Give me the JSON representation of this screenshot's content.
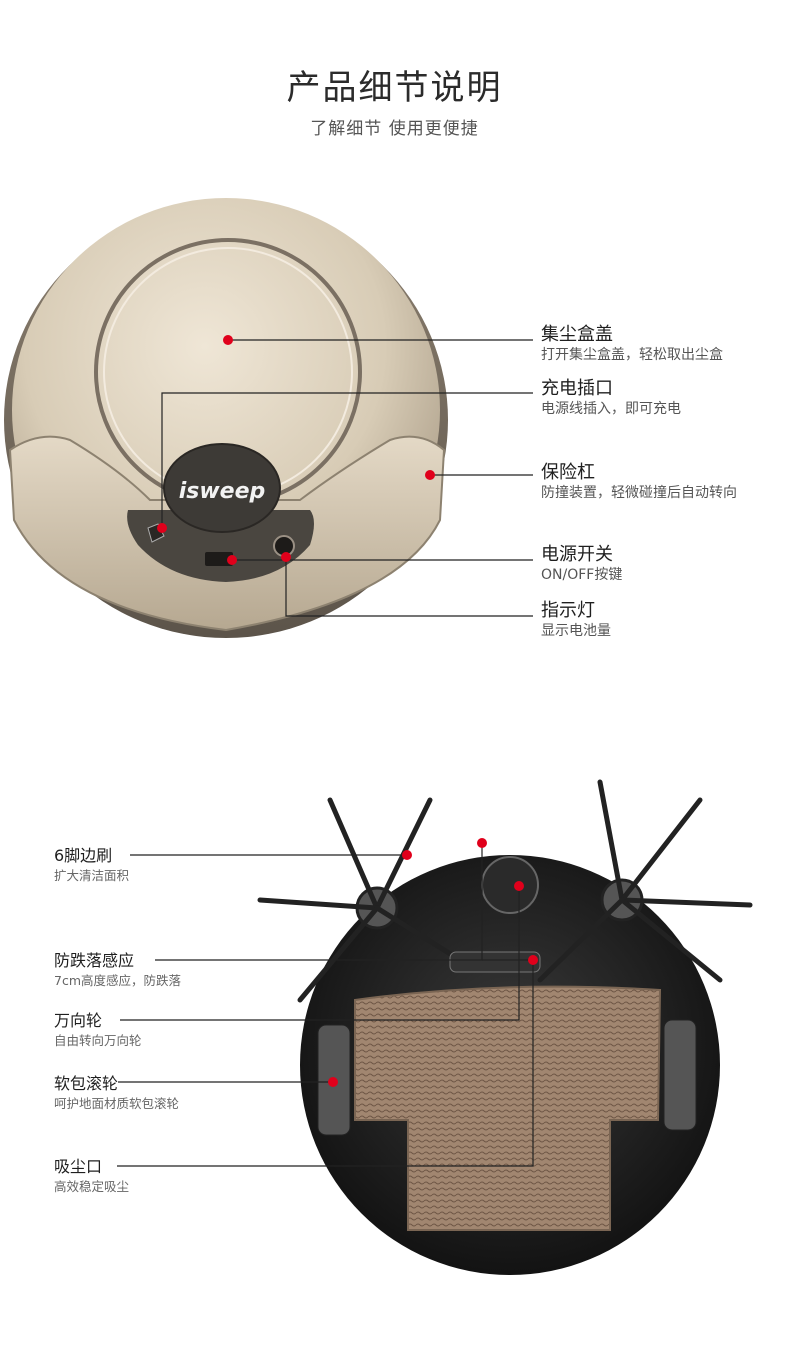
{
  "header": {
    "title": "产品细节说明",
    "subtitle": "了解细节 使用更便捷"
  },
  "top_device": {
    "brand_logo": "isweep",
    "callouts": [
      {
        "label": "集尘盒盖",
        "desc": "打开集尘盒盖，轻松取出尘盒"
      },
      {
        "label": "充电插口",
        "desc": "电源线插入，即可充电"
      },
      {
        "label": "保险杠",
        "desc": "防撞装置，轻微碰撞后自动转向"
      },
      {
        "label": "电源开关",
        "desc": "ON/OFF按键"
      },
      {
        "label": "指示灯",
        "desc": "显示电池量"
      }
    ]
  },
  "bottom_device": {
    "callouts": [
      {
        "label": "6脚边刷",
        "desc": "扩大清洁面积"
      },
      {
        "label": "防跌落感应",
        "desc": "7cm高度感应，防跌落"
      },
      {
        "label": "万向轮",
        "desc": "自由转向万向轮"
      },
      {
        "label": "软包滚轮",
        "desc": "呵护地面材质软包滚轮"
      },
      {
        "label": "吸尘口",
        "desc": "高效稳定吸尘"
      }
    ]
  },
  "colors": {
    "body_gold": "#cdbfa9",
    "marker_red": "#e0001b",
    "line": "#222222",
    "dark_body": "#1c1c1c",
    "mop": "#9b8068"
  }
}
